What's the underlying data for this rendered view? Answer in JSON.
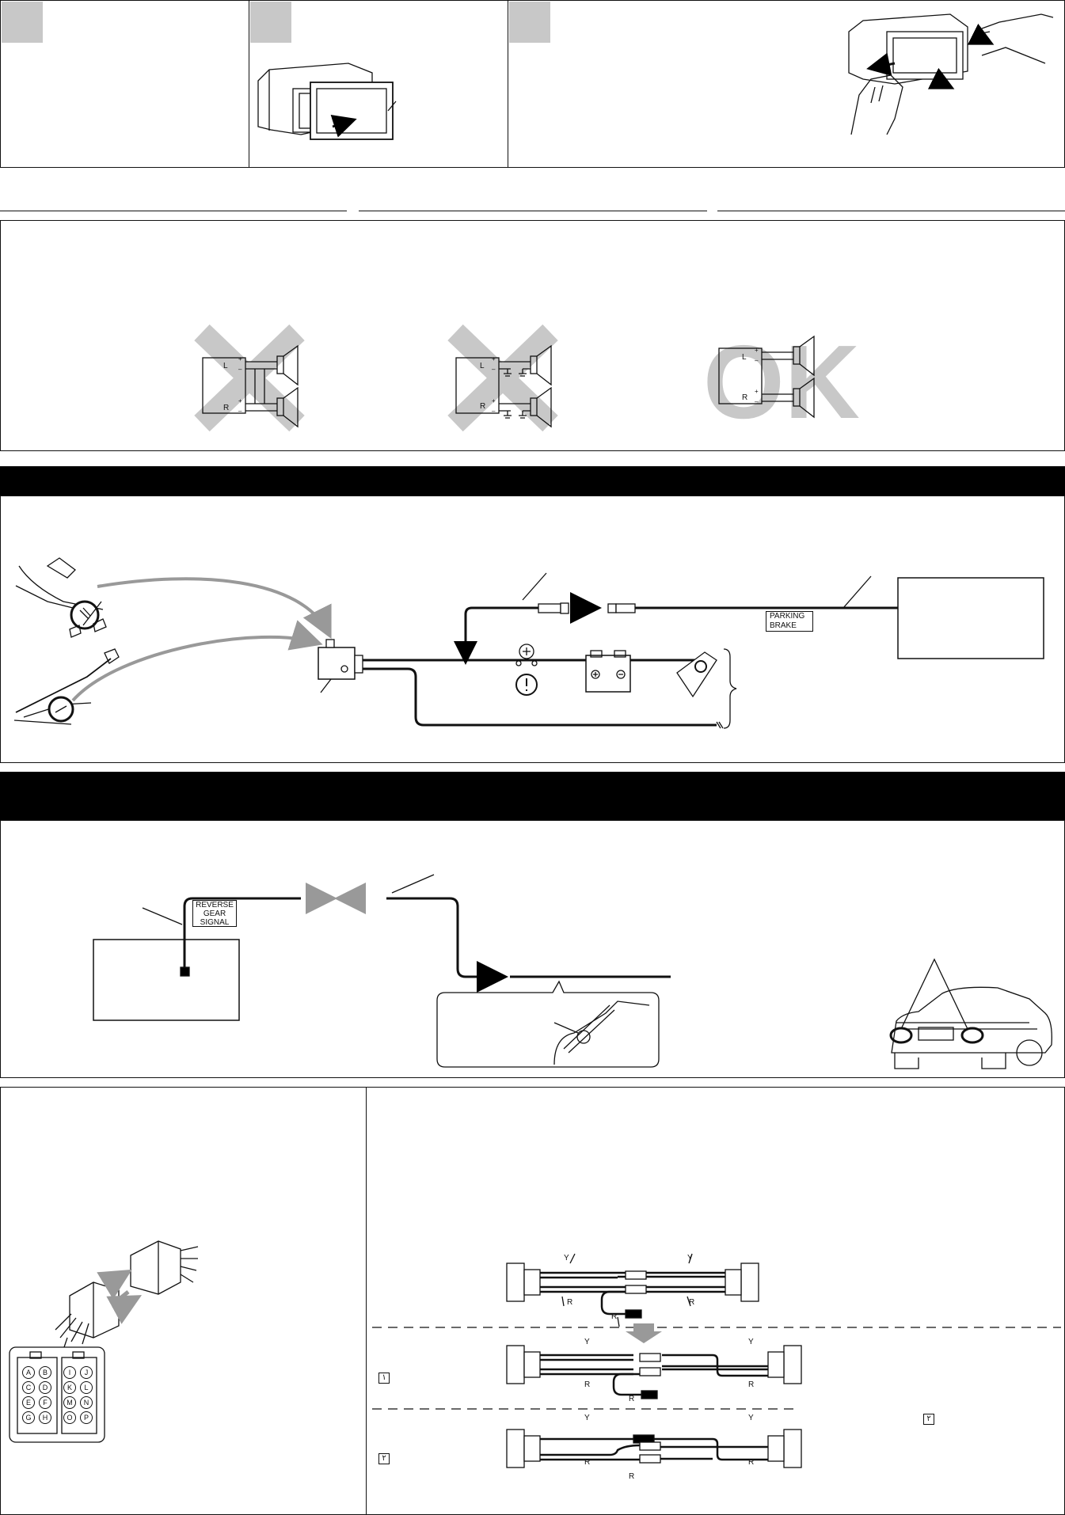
{
  "steps": [
    "",
    "",
    ""
  ],
  "speaker": {
    "left": "L",
    "right": "R",
    "plus": "+",
    "minus": "–",
    "ok": "OK"
  },
  "parking": {
    "label_line1": "PARKING",
    "label_line2": "BRAKE"
  },
  "reverse": {
    "label_line1": "REVERSE",
    "label_line2": "GEAR",
    "label_line3": "SIGNAL"
  },
  "iso": {
    "pins": [
      "A",
      "B",
      "I",
      "J",
      "C",
      "D",
      "K",
      "L",
      "E",
      "F",
      "M",
      "N",
      "G",
      "H",
      "O",
      "P"
    ]
  },
  "wire": {
    "yellow": "Y",
    "red": "R",
    "step1": "١",
    "step2": "٢"
  },
  "colors": {
    "black": "#000000",
    "gray": "#c8c8c8",
    "arrow_gray": "#999999"
  }
}
